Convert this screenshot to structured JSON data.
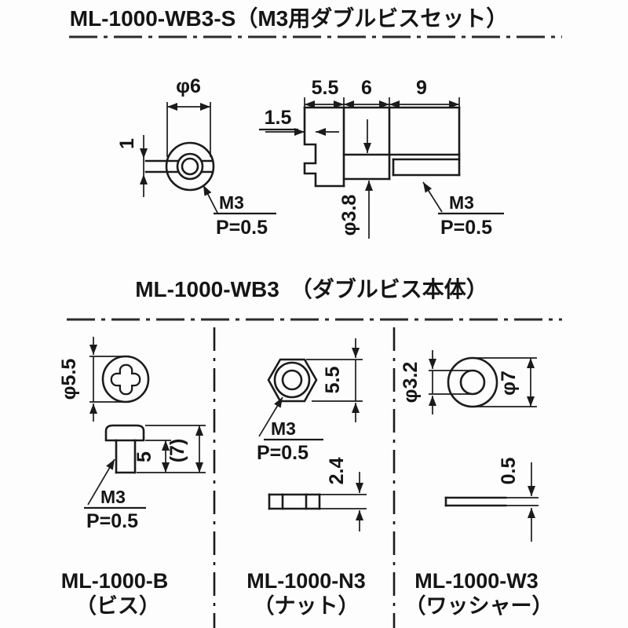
{
  "drawing": {
    "titles": {
      "set": "ML-1000-WB3-S（M3用ダブルビスセット）",
      "body": "ML-1000-WB3　（ダブルビス本体）"
    },
    "colors": {
      "line": "#1b1b1b",
      "background": "#fdfdfd"
    },
    "set_view": {
      "front": {
        "head_diameter": "φ6",
        "slot_width": "1",
        "thread": "M3",
        "pitch": "P=0.5"
      },
      "side": {
        "head_length": "5.5",
        "body_length": "6",
        "thread_length": "9",
        "slot_depth": "1.5",
        "body_diameter": "φ3.8",
        "thread": "M3",
        "pitch": "P=0.5"
      }
    },
    "parts": [
      {
        "code": "ML-1000-B",
        "name": "（ビス）",
        "head_diameter": "φ5.5",
        "thread_length": "5",
        "overall_length": "(7)",
        "thread": "M3",
        "pitch": "P=0.5"
      },
      {
        "code": "ML-1000-N3",
        "name": "（ナット）",
        "width_across_flats": "5.5",
        "thickness": "2.4",
        "thread": "M3",
        "pitch": "P=0.5"
      },
      {
        "code": "ML-1000-W3",
        "name": "（ワッシャー）",
        "inner_diameter": "φ3.2",
        "outer_diameter": "φ7",
        "thickness": "0.5"
      }
    ]
  }
}
